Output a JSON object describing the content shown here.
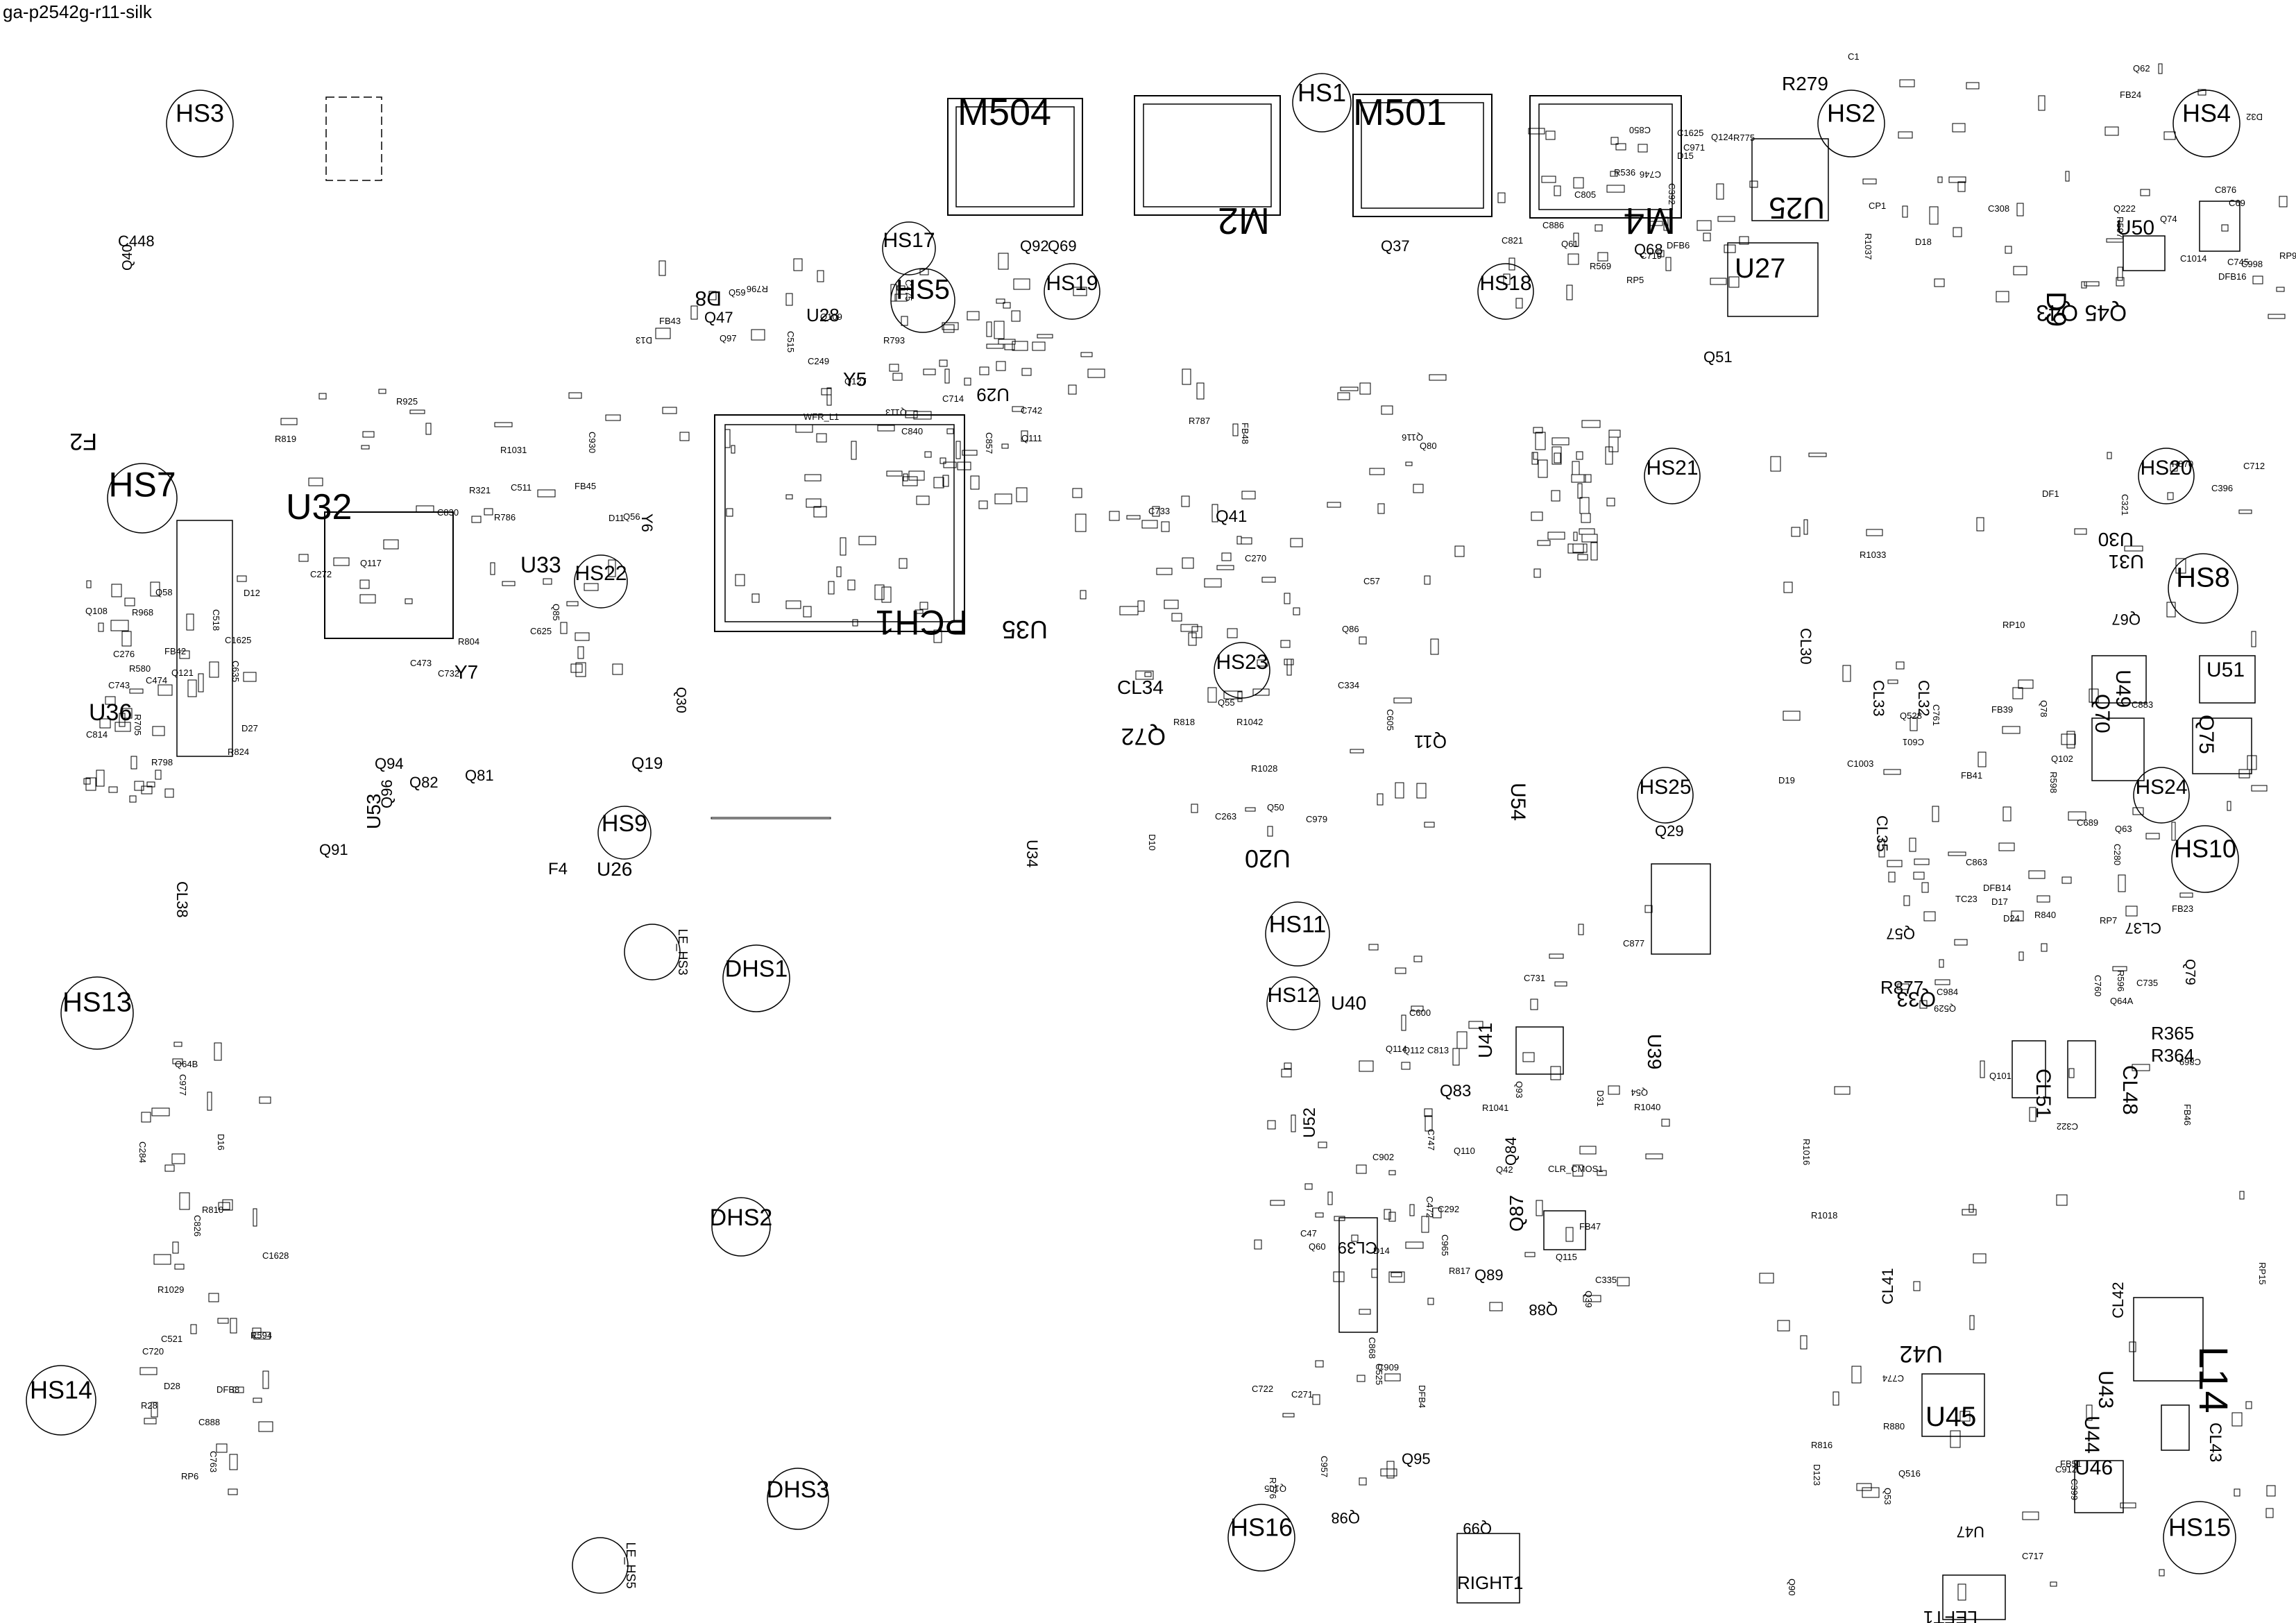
{
  "title": "ga-p2542g-r11-silk",
  "mounting_holes": [
    "HS3",
    "HS1",
    "HS2",
    "HS4",
    "HS17",
    "HS5",
    "HS19",
    "HS18",
    "HS7",
    "HS22",
    "HS21",
    "HS20",
    "HS8",
    "HS23",
    "HS25",
    "HS24",
    "HS10",
    "HS9",
    "HS11",
    "HS12",
    "HS13",
    "HS14",
    "HS16",
    "HS15",
    "LE_HS3",
    "LE_HS5",
    "DHS1",
    "DHS2",
    "DHS3"
  ],
  "major_components": [
    "M504",
    "M2",
    "M501",
    "M4",
    "U25",
    "U27",
    "D9",
    "Q45",
    "Q43",
    "U50",
    "U28",
    "U29",
    "U32",
    "U33",
    "PCH1",
    "U35",
    "Q41",
    "Q70",
    "Q75",
    "U49",
    "U51",
    "U30",
    "U31",
    "U36",
    "U53",
    "U26",
    "U20",
    "U34",
    "U54",
    "U40",
    "U39",
    "U41",
    "U52",
    "U42",
    "U43",
    "U44",
    "U45",
    "U46",
    "U47",
    "L14",
    "CL48",
    "CL51",
    "CL37",
    "CL38",
    "CL39",
    "CL41",
    "CL42",
    "CL43",
    "CL30",
    "CL32",
    "CL33",
    "CL34",
    "CL35",
    "R279",
    "R877",
    "R365",
    "R364",
    "Q33",
    "F2",
    "F4",
    "Y5",
    "Y6",
    "Y7",
    "RIGHT1",
    "LEFT1",
    "Q72",
    "Q11",
    "Q19",
    "Q29",
    "Q30",
    "Q81",
    "Q82",
    "Q83",
    "Q84",
    "Q87",
    "Q88",
    "Q89",
    "Q91",
    "Q94",
    "Q95",
    "Q96",
    "Q98",
    "Q99",
    "Q79",
    "Q67",
    "Q68",
    "Q37",
    "Q92",
    "Q69",
    "Q57",
    "Q51",
    "Q47",
    "D8",
    "Q40",
    "C448"
  ],
  "small_labels": [
    "C1",
    "C396",
    "C399",
    "Q39",
    "C57",
    "C473",
    "C474",
    "C475",
    "C472",
    "R536",
    "R28",
    "FB23",
    "FB24",
    "FB39",
    "FB51",
    "Q42",
    "Q50",
    "C511",
    "C518",
    "WFR_L1",
    "C47",
    "R569",
    "R594",
    "R596",
    "R597",
    "R598",
    "Q516",
    "C600",
    "C605",
    "C625",
    "C635",
    "Q113",
    "Q114",
    "RP5",
    "RP6",
    "RP7",
    "RP9",
    "RP10",
    "RP15",
    "CLR_CMOS1",
    "R787",
    "R786",
    "R705",
    "R796",
    "R776",
    "R775",
    "C284",
    "C280",
    "C308",
    "C321",
    "C322",
    "C292",
    "C270",
    "C272",
    "C276",
    "C249",
    "C271",
    "C805",
    "R1029",
    "C863",
    "C876",
    "C883",
    "C869",
    "C877",
    "Q80",
    "C930",
    "Q121",
    "Q127",
    "C957",
    "C971",
    "C977",
    "C984",
    "C998",
    "C1003",
    "R1016",
    "R1041",
    "R1028",
    "R925",
    "R968",
    "Q97",
    "Q105",
    "Q124",
    "D28",
    "D24",
    "D32",
    "Q102",
    "Q101",
    "C965",
    "C979",
    "R804",
    "R798",
    "R793",
    "C813",
    "C821",
    "C826",
    "Q63",
    "Q62",
    "R870",
    "R880",
    "D31",
    "D10",
    "D11",
    "D12",
    "D13",
    "D14",
    "D15",
    "D16",
    "D17",
    "D18",
    "D19",
    "Q53",
    "Q54",
    "Q55",
    "Q56",
    "Q58",
    "Q59",
    "Q60",
    "Q61",
    "Q64B",
    "Q64A",
    "Q74",
    "Q78",
    "Q90",
    "Q93",
    "Q86",
    "Q85",
    "Q108",
    "Q109",
    "Q110",
    "C1625",
    "C1628",
    "C689",
    "C69",
    "C601",
    "R816",
    "R817",
    "R818",
    "R819",
    "R824",
    "C714",
    "C722",
    "C719",
    "C720",
    "C735",
    "C1014",
    "C712",
    "C717",
    "C731",
    "C733",
    "C732",
    "C743",
    "C742",
    "C747",
    "C746",
    "C763",
    "C760",
    "C745",
    "C761",
    "C774",
    "C335",
    "C334",
    "C830",
    "C814",
    "C840",
    "C909",
    "C392",
    "C521",
    "TC23",
    "CP1",
    "FB41",
    "FB46",
    "FB47",
    "FB48",
    "FB45",
    "FB42",
    "FB43",
    "DFB4",
    "DFB6",
    "DFB8",
    "DFB14",
    "DFB16",
    "DF1",
    "D123",
    "Q115",
    "Q116",
    "Q117",
    "C1625",
    "C515",
    "C525",
    "C850",
    "R810",
    "R840",
    "R1037",
    "R1033",
    "R1018",
    "R1040",
    "R1042",
    "R1031",
    "R580",
    "C857",
    "C868",
    "C886",
    "C888",
    "Q529",
    "Q222",
    "Q528",
    "C912",
    "C902",
    "C263",
    "R321",
    "D27",
    "Q111",
    "Q112"
  ]
}
